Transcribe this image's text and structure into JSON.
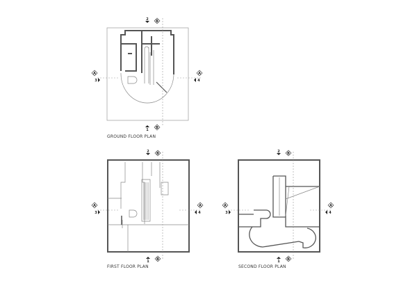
{
  "plans": [
    {
      "title": "GROUND FLOOR PLAN"
    },
    {
      "title": "FIRST FLOOR PLAN"
    },
    {
      "title": "SECOND FLOOR PLAN"
    }
  ],
  "markers": {
    "north": "2",
    "south": "1",
    "west": "3",
    "east": "4",
    "section_a": "A",
    "section_b": "B"
  }
}
